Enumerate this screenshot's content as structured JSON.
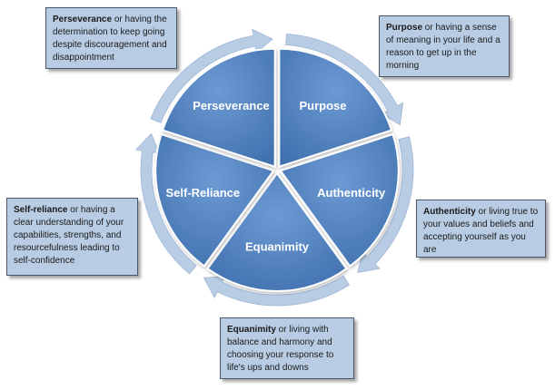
{
  "segments": [
    {
      "label": "Purpose"
    },
    {
      "label": "Authenticity"
    },
    {
      "label": "Equanimity"
    },
    {
      "label": "Self-Reliance"
    },
    {
      "label": "Perseverance"
    }
  ],
  "callouts": {
    "perseverance": {
      "term": "Perseverance",
      "text": " or having the determination to keep going despite discouragement and disappointment"
    },
    "purpose": {
      "term": "Purpose",
      "text": " or having a sense of meaning in your life and a reason to get up in the morning"
    },
    "authenticity": {
      "term": "Authenticity",
      "text": " or living true to your values and beliefs and accepting yourself as you are"
    },
    "equanimity": {
      "term": "Equanimity",
      "text": " or living with balance and harmony and choosing your response to life's ups and downs"
    },
    "self_reliance": {
      "term": "Self-reliance",
      "text": " or having a clear understanding of your capabilities, strengths, and resourcefulness leading to self-confidence"
    }
  },
  "colors": {
    "segment_fill": "#4f81bd",
    "segment_highlight": "#6b9ad6",
    "ring": "#b8cce4",
    "callout_fill": "#b8cce4"
  }
}
